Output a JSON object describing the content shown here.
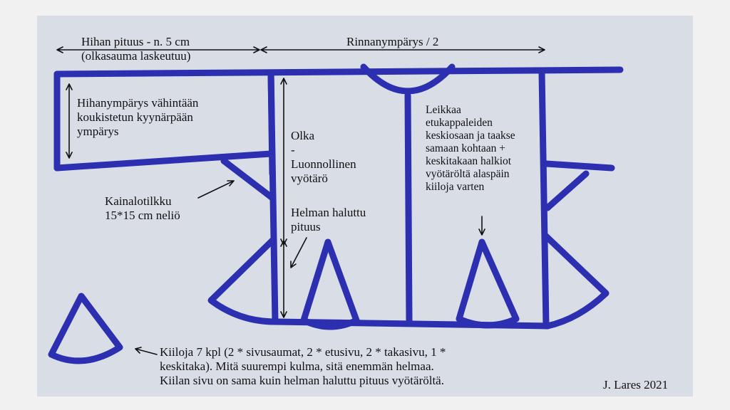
{
  "labels": {
    "sleeve_length": "Hihan pituus - n. 5 cm\n(olkasauma laskeutuu)",
    "chest": "Rinnanympärys  / 2",
    "sleeve_circ": "Hihanympärys vähintään\nkoukistetun kyynärpään\nympärys",
    "shoulder": "Olka\n-\nLuonnollinen\nvyötärö",
    "hem_length": "Helman haluttu\npituus",
    "cut_note": "Leikkaa\netukappaleiden\nkeskiosaan ja taakse\nsamaan kohtaan +\nkeskitakaan halkiot\nvyötäröltä alaspäin\nkiiloja varten",
    "gusset": "Kainalotilkku\n15*15 cm neliö",
    "gores": "Kiiloja 7 kpl (2 * sivusaumat, 2 * etusivu, 2 * takasivu, 1 *\nkeskitaka). Mitä suurempi kulma, sitä enemmän helmaa.\nKiilan sivu on sama kuin helman haluttu pituus vyötäröltä.",
    "credit": "J. Lares 2021"
  },
  "colors": {
    "marker": "#2b2fb0",
    "paper": "#d9dde6",
    "background": "#f1f1f1",
    "ink": "#111111"
  }
}
